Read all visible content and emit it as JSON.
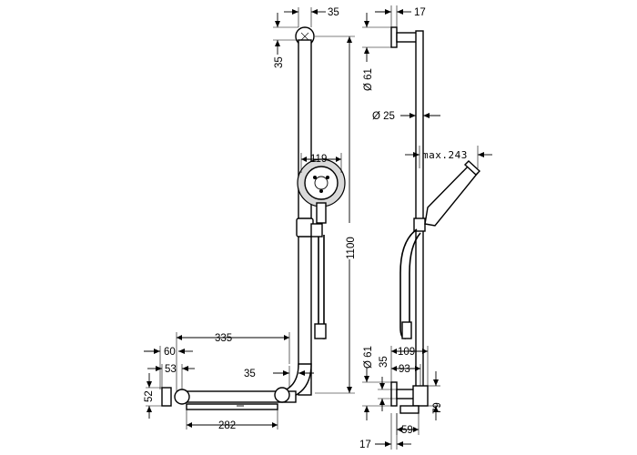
{
  "front_view": {
    "dim_top_width": "35",
    "dim_top_height": "35",
    "dim_total_height": "1100",
    "dim_head_width": "119",
    "dim_bar_length": "335",
    "dim_bracket_60": "60",
    "dim_bracket_53": "53",
    "dim_bracket_52": "52",
    "dim_bar_offset": "35",
    "dim_bar_inner": "282"
  },
  "side_view": {
    "dim_top_depth": "17",
    "dim_top_diameter": "Ø 61",
    "dim_rail_diameter": "Ø 25",
    "dim_max_projection": "max.243",
    "dim_bottom_diameter": "Ø 61",
    "dim_bottom_35": "35",
    "dim_109": "109",
    "dim_93": "93",
    "dim_79": "79",
    "dim_59": "59",
    "dim_bottom_17": "17"
  }
}
